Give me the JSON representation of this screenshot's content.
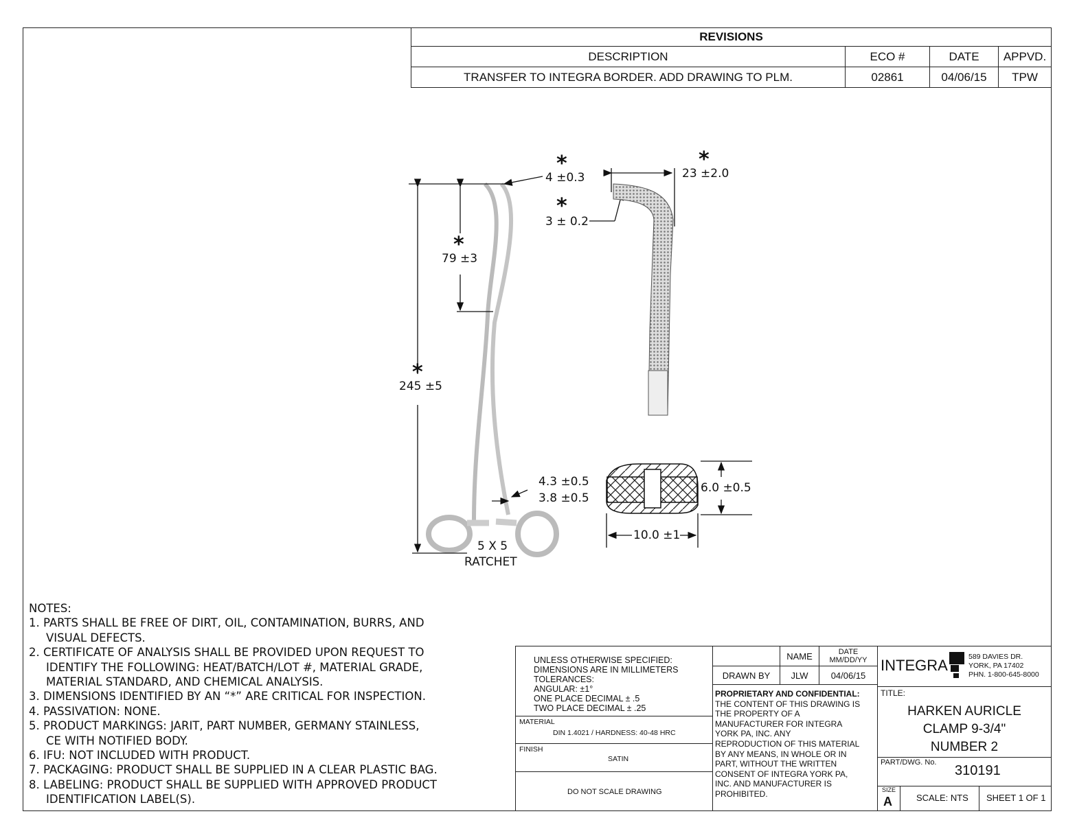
{
  "revisions": {
    "title": "REVISIONS",
    "headers": [
      "DESCRIPTION",
      "ECO #",
      "DATE",
      "APPVD."
    ],
    "rows": [
      [
        "TRANSFER TO INTEGRA BORDER. ADD DRAWING TO PLM.",
        "02861",
        "04/06/15",
        "TPW"
      ]
    ]
  },
  "dimensions": {
    "star": "*",
    "tip_width": "4 ±0.3",
    "jaw_length": "79 ±3",
    "overall_length": "245 ±5",
    "jaw_tip_thickness": "3 ± 0.2",
    "jaw_curve_width": "23 ±2.0",
    "shank_a": "4.3 ±0.5",
    "shank_b": "3.8 ±0.5",
    "ratchet_count": "5 X 5",
    "ratchet_label": "RATCHET",
    "section_height": "6.0 ±0.5",
    "section_width": "10.0 ±1"
  },
  "notes": {
    "heading": "NOTES:",
    "items": [
      [
        "1.",
        "PARTS SHALL BE FREE OF DIRT, OIL, CONTAMINATION, BURRS, AND",
        "VISUAL DEFECTS."
      ],
      [
        "2.",
        "CERTIFICATE OF ANALYSIS SHALL BE PROVIDED UPON REQUEST TO",
        "IDENTIFY THE FOLLOWING: HEAT/BATCH/LOT #, MATERIAL GRADE,",
        "MATERIAL STANDARD, AND CHEMICAL ANALYSIS."
      ],
      [
        "3.",
        "DIMENSIONS IDENTIFIED BY AN “*” ARE CRITICAL FOR INSPECTION."
      ],
      [
        "4.",
        "PASSIVATION: NONE."
      ],
      [
        "5.",
        "PRODUCT MARKINGS: JARIT, PART NUMBER, GERMANY STAINLESS,",
        "CE WITH NOTIFIED BODY."
      ],
      [
        "6.",
        "IFU: NOT INCLUDED WITH PRODUCT."
      ],
      [
        "7.",
        "PACKAGING: PRODUCT SHALL BE SUPPLIED IN A CLEAR PLASTIC BAG."
      ],
      [
        "8.",
        "LABELING: PRODUCT SHALL BE SUPPLIED WITH APPROVED PRODUCT",
        "IDENTIFICATION LABEL(S)."
      ]
    ]
  },
  "title_block": {
    "spec_lines": [
      "UNLESS OTHERWISE SPECIFIED:",
      "DIMENSIONS ARE IN MILLIMETERS",
      "TOLERANCES:",
      "ANGULAR: ±1°",
      "ONE PLACE DECIMAL ± .5",
      "TWO PLACE DECIMAL ± .25"
    ],
    "material_label": "MATERIAL",
    "material": "DIN 1.4021 / HARDNESS: 40-48 HRC",
    "finish_label": "FINISH",
    "finish": "SATIN",
    "no_scale": "DO NOT SCALE DRAWING",
    "name_header": "NAME",
    "date_header": "DATE",
    "date_format": "MM/DD/YY",
    "drawn_by_label": "DRAWN BY",
    "drawn_by": "JLW",
    "drawn_date": "04/06/15",
    "proprietary_heading": "PROPRIETARY AND CONFIDENTIAL:",
    "proprietary_lines": [
      "THE CONTENT OF THIS DRAWING IS",
      "THE PROPERTY OF A",
      "MANUFACTURER FOR INTEGRA",
      "YORK PA, INC. ANY",
      "REPRODUCTION OF THIS MATERIAL",
      "BY ANY MEANS, IN WHOLE OR IN",
      "PART, WITHOUT THE WRITTEN",
      "CONSENT OF INTEGRA YORK PA,",
      "INC. AND MANUFACTURER IS",
      "PROHIBITED."
    ],
    "logo": "INTEGRA",
    "address": [
      "589 DAVIES DR.",
      "YORK, PA 17402",
      "PHN. 1-800-645-8000"
    ],
    "title_label": "TITLE:",
    "title_lines": [
      "HARKEN AURICLE",
      "CLAMP 9-3/4\"",
      "NUMBER 2"
    ],
    "part_label": "PART/DWG. No.",
    "part_number": "310191",
    "size_label": "SIZE",
    "size": "A",
    "scale": "SCALE: NTS",
    "sheet": "SHEET 1 OF 1"
  }
}
